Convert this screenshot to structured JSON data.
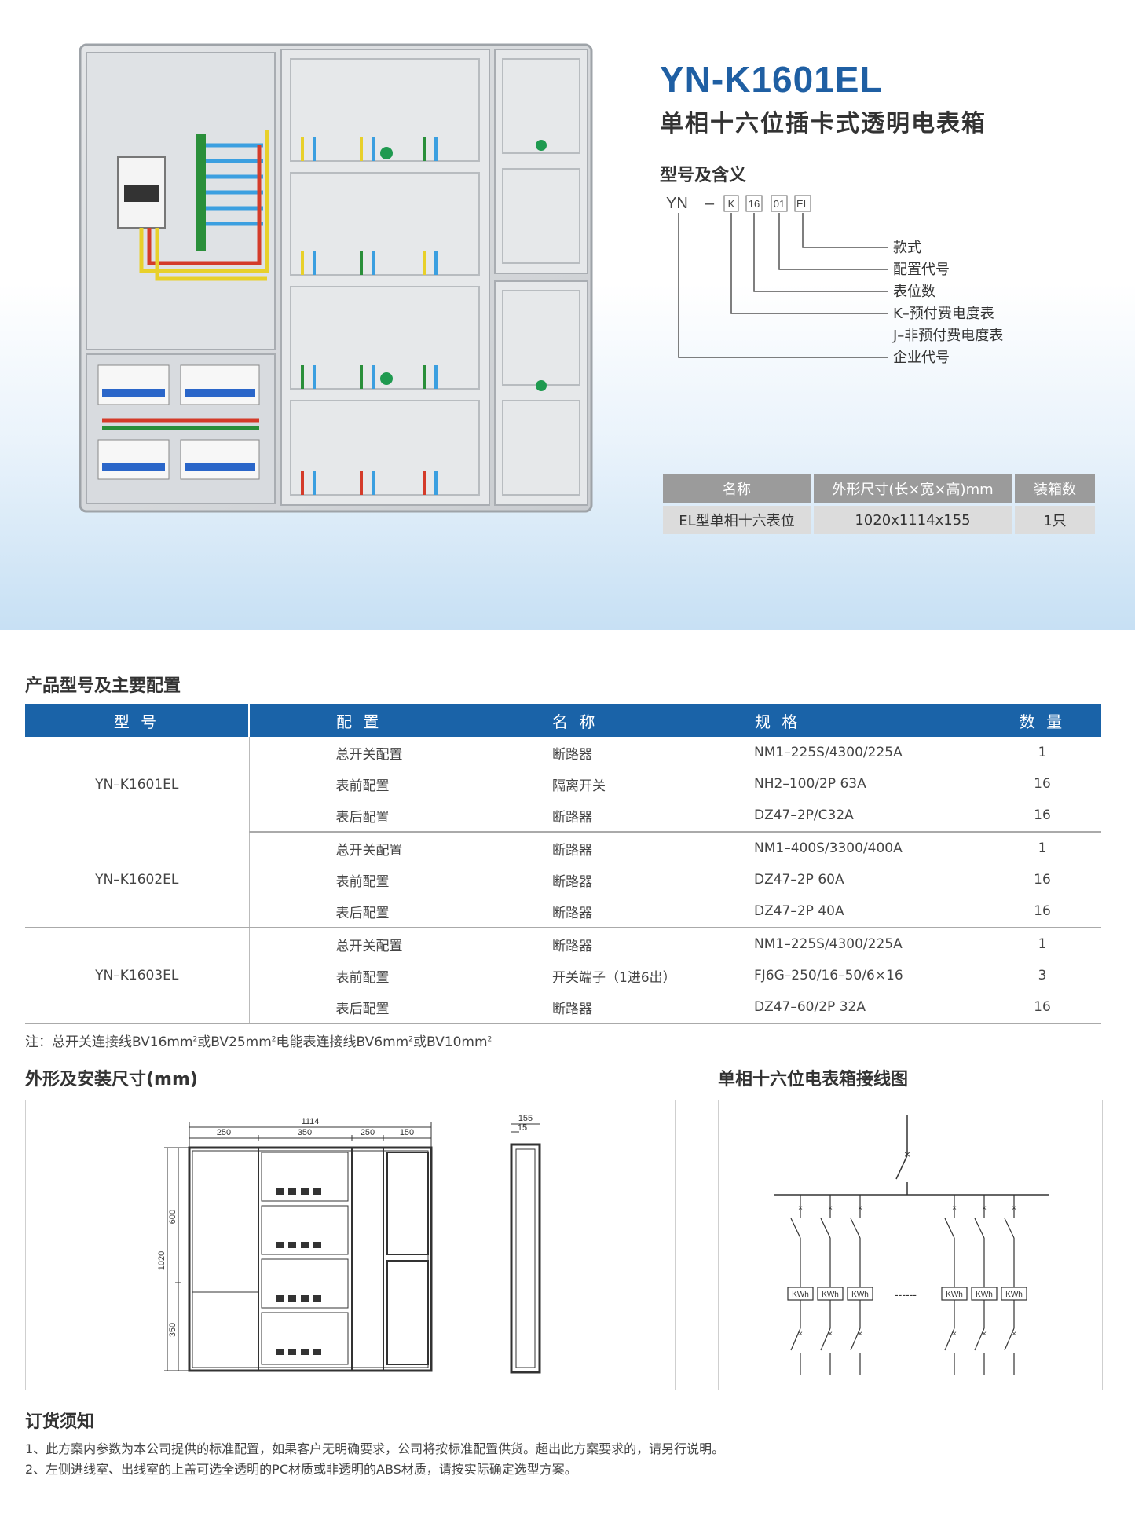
{
  "header": {
    "title": "YN-K1601EL",
    "subtitle": "单相十六位插卡式透明电表箱"
  },
  "model_meaning": {
    "heading": "型号及含义",
    "code_prefix": "YN",
    "code_dash": "–",
    "code_boxes": [
      "K",
      "16",
      "01",
      "EL"
    ],
    "meanings": [
      "款式",
      "配置代号",
      "表位数",
      "K–预付费电度表",
      "J–非预付费电度表",
      "企业代号"
    ]
  },
  "spec_table": {
    "headers": [
      "名称",
      "外形尺寸(长×宽×高)mm",
      "装箱数"
    ],
    "row": [
      "EL型单相十六表位",
      "1020x1114x155",
      "1只"
    ]
  },
  "config_section": {
    "title": "产品型号及主要配置",
    "headers": [
      "型 号",
      "配 置",
      "名 称",
      "规 格",
      "数 量"
    ],
    "groups": [
      {
        "model": "YN–K1601EL",
        "rows": [
          {
            "cfg": "总开关配置",
            "name": "断路器",
            "spec": "NM1–225S/4300/225A",
            "qty": "1"
          },
          {
            "cfg": "表前配置",
            "name": "隔离开关",
            "spec": "NH2–100/2P 63A",
            "qty": "16"
          },
          {
            "cfg": "表后配置",
            "name": "断路器",
            "spec": "DZ47–2P/C32A",
            "qty": "16"
          }
        ]
      },
      {
        "model": "YN–K1602EL",
        "rows": [
          {
            "cfg": "总开关配置",
            "name": "断路器",
            "spec": "NM1–400S/3300/400A",
            "qty": "1"
          },
          {
            "cfg": "表前配置",
            "name": "断路器",
            "spec": "DZ47–2P 60A",
            "qty": "16"
          },
          {
            "cfg": "表后配置",
            "name": "断路器",
            "spec": "DZ47–2P 40A",
            "qty": "16"
          }
        ]
      },
      {
        "model": "YN–K1603EL",
        "rows": [
          {
            "cfg": "总开关配置",
            "name": "断路器",
            "spec": "NM1–225S/4300/225A",
            "qty": "1"
          },
          {
            "cfg": "表前配置",
            "name": "开关端子（1进6出）",
            "spec": "FJ6G–250/16–50/6×16",
            "qty": "3"
          },
          {
            "cfg": "表后配置",
            "name": "断路器",
            "spec": "DZ47–60/2P 32A",
            "qty": "16"
          }
        ]
      }
    ]
  },
  "note": {
    "prefix": "注：总开关连接线BV16mm",
    "sup": "2",
    "mid1": "或BV25mm",
    "mid2": "电能表连接线BV6mm",
    "mid3": "或BV10mm"
  },
  "dimension_section": {
    "title": "外形及安装尺寸(mm)",
    "top_total": "1114",
    "top_parts": [
      "250",
      "350",
      "250",
      "150"
    ],
    "height_total": "1020",
    "height_parts": [
      "600",
      "350"
    ],
    "side_labels": [
      "155",
      "15"
    ]
  },
  "wiring_section": {
    "title": "单相十六位电表箱接线图",
    "meter_label": "KWh"
  },
  "ordering": {
    "title": "订货须知",
    "items": [
      "1、此方案内参数为本公司提供的标准配置，如果客户无明确要求，公司将按标准配置供货。超出此方案要求的，请另行说明。",
      "2、左侧进线室、出线室的上盖可选全透明的PC材质或非透明的ABS材质，请按实际确定选型方案。"
    ]
  }
}
